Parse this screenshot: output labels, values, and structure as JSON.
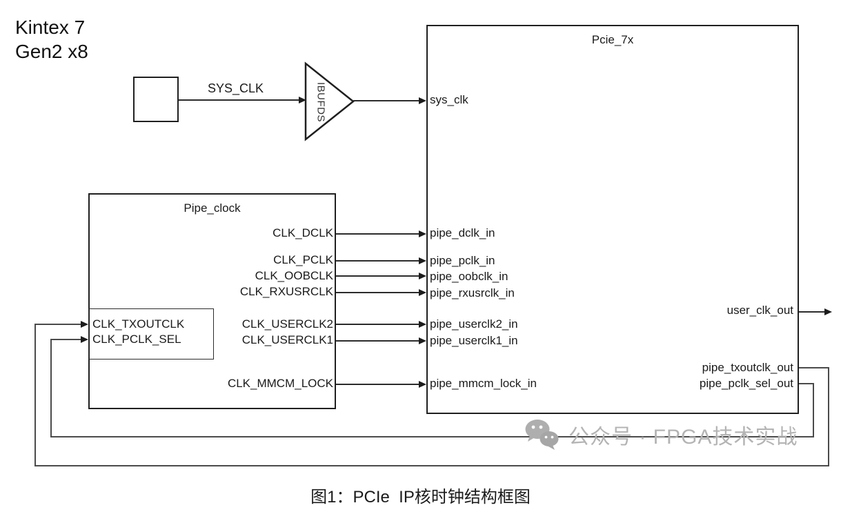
{
  "header": {
    "device_line1": "Kintex 7",
    "device_line2": "Gen2 x8"
  },
  "diagram": {
    "sys_clk_net": "SYS_CLK",
    "buffer_label": "IBUFDS",
    "pcie_block": {
      "title": "Pcie_7x",
      "inputs": [
        "sys_clk",
        "pipe_dclk_in",
        "pipe_pclk_in",
        "pipe_oobclk_in",
        "pipe_rxusrclk_in",
        "pipe_userclk2_in",
        "pipe_userclk1_in",
        "pipe_mmcm_lock_in"
      ],
      "outputs": [
        "user_clk_out",
        "pipe_txoutclk_out",
        "pipe_pclk_sel_out"
      ]
    },
    "pipe_clock_block": {
      "title": "Pipe_clock",
      "outputs": [
        "CLK_DCLK",
        "CLK_PCLK",
        "CLK_OOBCLK",
        "CLK_RXUSRCLK",
        "CLK_USERCLK2",
        "CLK_USERCLK1",
        "CLK_MMCM_LOCK"
      ],
      "inputs": [
        "CLK_TXOUTCLK",
        "CLK_PCLK_SEL"
      ]
    }
  },
  "watermark": {
    "icon": "wechat-icon",
    "text": "公众号 · FPGA技术实战",
    "color": "#b4b4b4"
  },
  "caption": "图1：PCIe  IP核时钟结构框图"
}
